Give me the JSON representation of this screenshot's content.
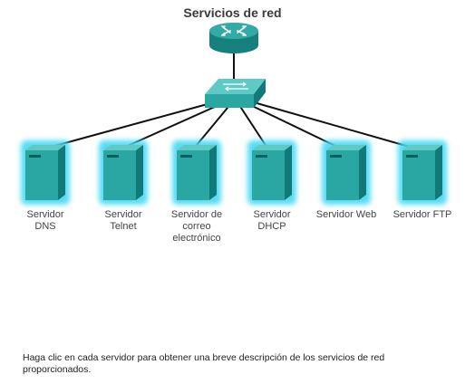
{
  "title": "Servicios de red",
  "router": {
    "icon": "router-icon"
  },
  "switch": {
    "icon": "switch-icon"
  },
  "servers": [
    {
      "label": "Servidor\nDNS",
      "icon": "server-icon"
    },
    {
      "label": "Servidor\nTelnet",
      "icon": "server-icon"
    },
    {
      "label": "Servidor de\ncorreo\nelectrónico",
      "icon": "server-icon"
    },
    {
      "label": "Servidor\nDHCP",
      "icon": "server-icon"
    },
    {
      "label": "Servidor Web",
      "icon": "server-icon"
    },
    {
      "label": "Servidor FTP",
      "icon": "server-icon"
    }
  ],
  "instructions": "Haga clic en cada servidor para obtener una breve descripción de los servicios de red proporcionados.",
  "colors": {
    "device_face": "#2aa6a3",
    "device_dark": "#117a78",
    "device_top": "#5fc9c6",
    "glow": "#45d8f2",
    "link": "#111111",
    "title": "#3a3a3a"
  }
}
